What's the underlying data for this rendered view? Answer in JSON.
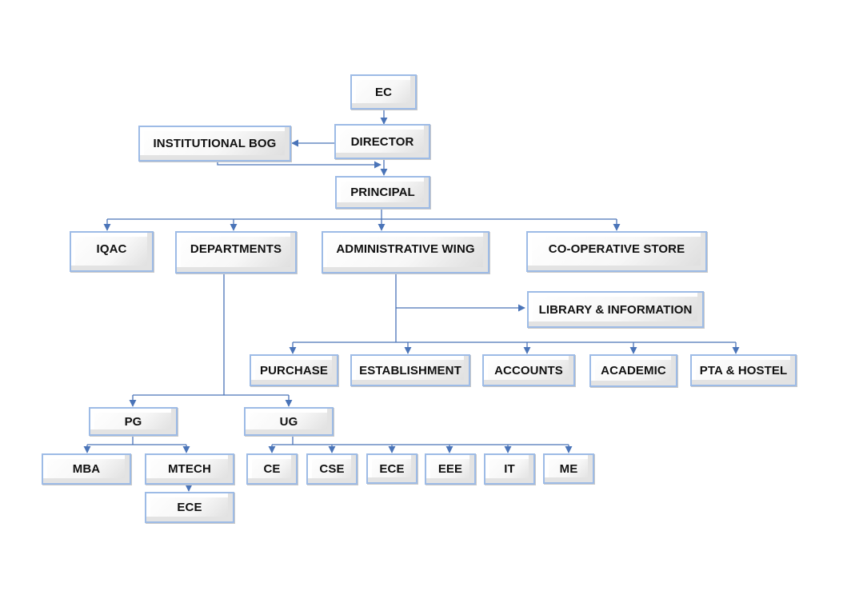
{
  "colors": {
    "box_border": "#9dbbe6",
    "connector": "#4a74b8",
    "text": "#111111"
  },
  "nodes": {
    "ec": "EC",
    "director": "DIRECTOR",
    "institutional_bog": "INSTITUTIONAL BOG",
    "principal": "PRINCIPAL",
    "iqac": "IQAC",
    "departments": "DEPARTMENTS",
    "administrative_wing": "ADMINISTRATIVE WING",
    "cooperative_store": "CO-OPERATIVE STORE",
    "library_information": "LIBRARY & INFORMATION",
    "purchase": "PURCHASE",
    "establishment": "ESTABLISHMENT",
    "accounts": "ACCOUNTS",
    "academic": "ACADEMIC",
    "pta_hostel": "PTA & HOSTEL",
    "pg": "PG",
    "ug": "UG",
    "mba": "MBA",
    "mtech": "MTECH",
    "mtech_ece": "ECE",
    "ce": "CE",
    "cse": "CSE",
    "ug_ece": "ECE",
    "eee": "EEE",
    "it": "IT",
    "me": "ME"
  }
}
